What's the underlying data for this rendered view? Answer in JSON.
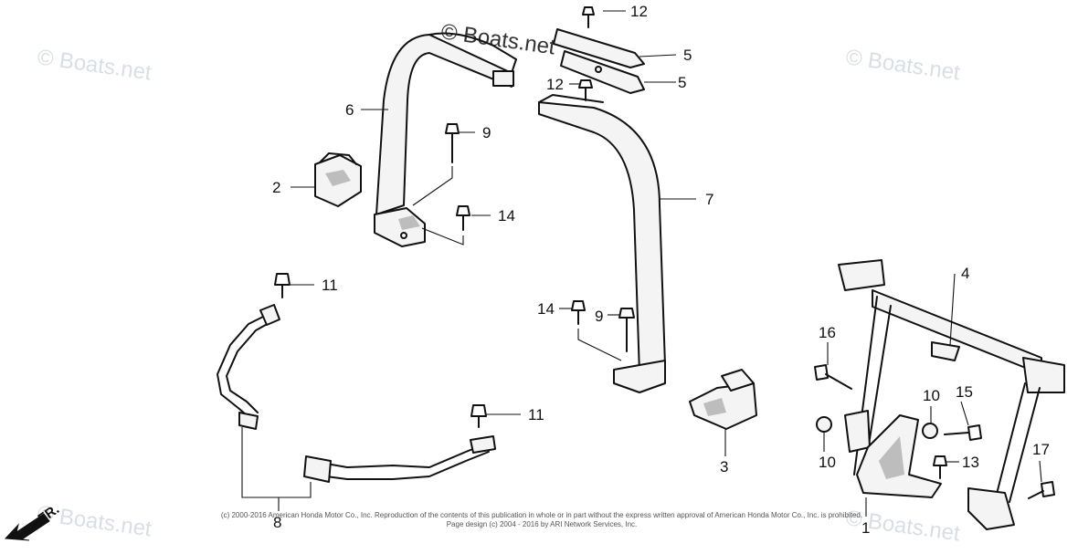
{
  "watermark": "© Boats.net",
  "callouts": [
    "1",
    "2",
    "3",
    "4",
    "5",
    "5",
    "6",
    "7",
    "8",
    "9",
    "9",
    "10",
    "10",
    "11",
    "11",
    "12",
    "12",
    "13",
    "14",
    "14",
    "15",
    "16",
    "17"
  ],
  "direction_label": "FR.",
  "footer": {
    "line1": "(c) 2000-2016 American Honda Motor Co., Inc. Reproduction of the contents of this publication in whole or in part without the express written approval of American Honda Motor Co., Inc. is prohibited.",
    "line2": "Page design (c) 2004 - 2016 by ARI Network Services, Inc."
  }
}
